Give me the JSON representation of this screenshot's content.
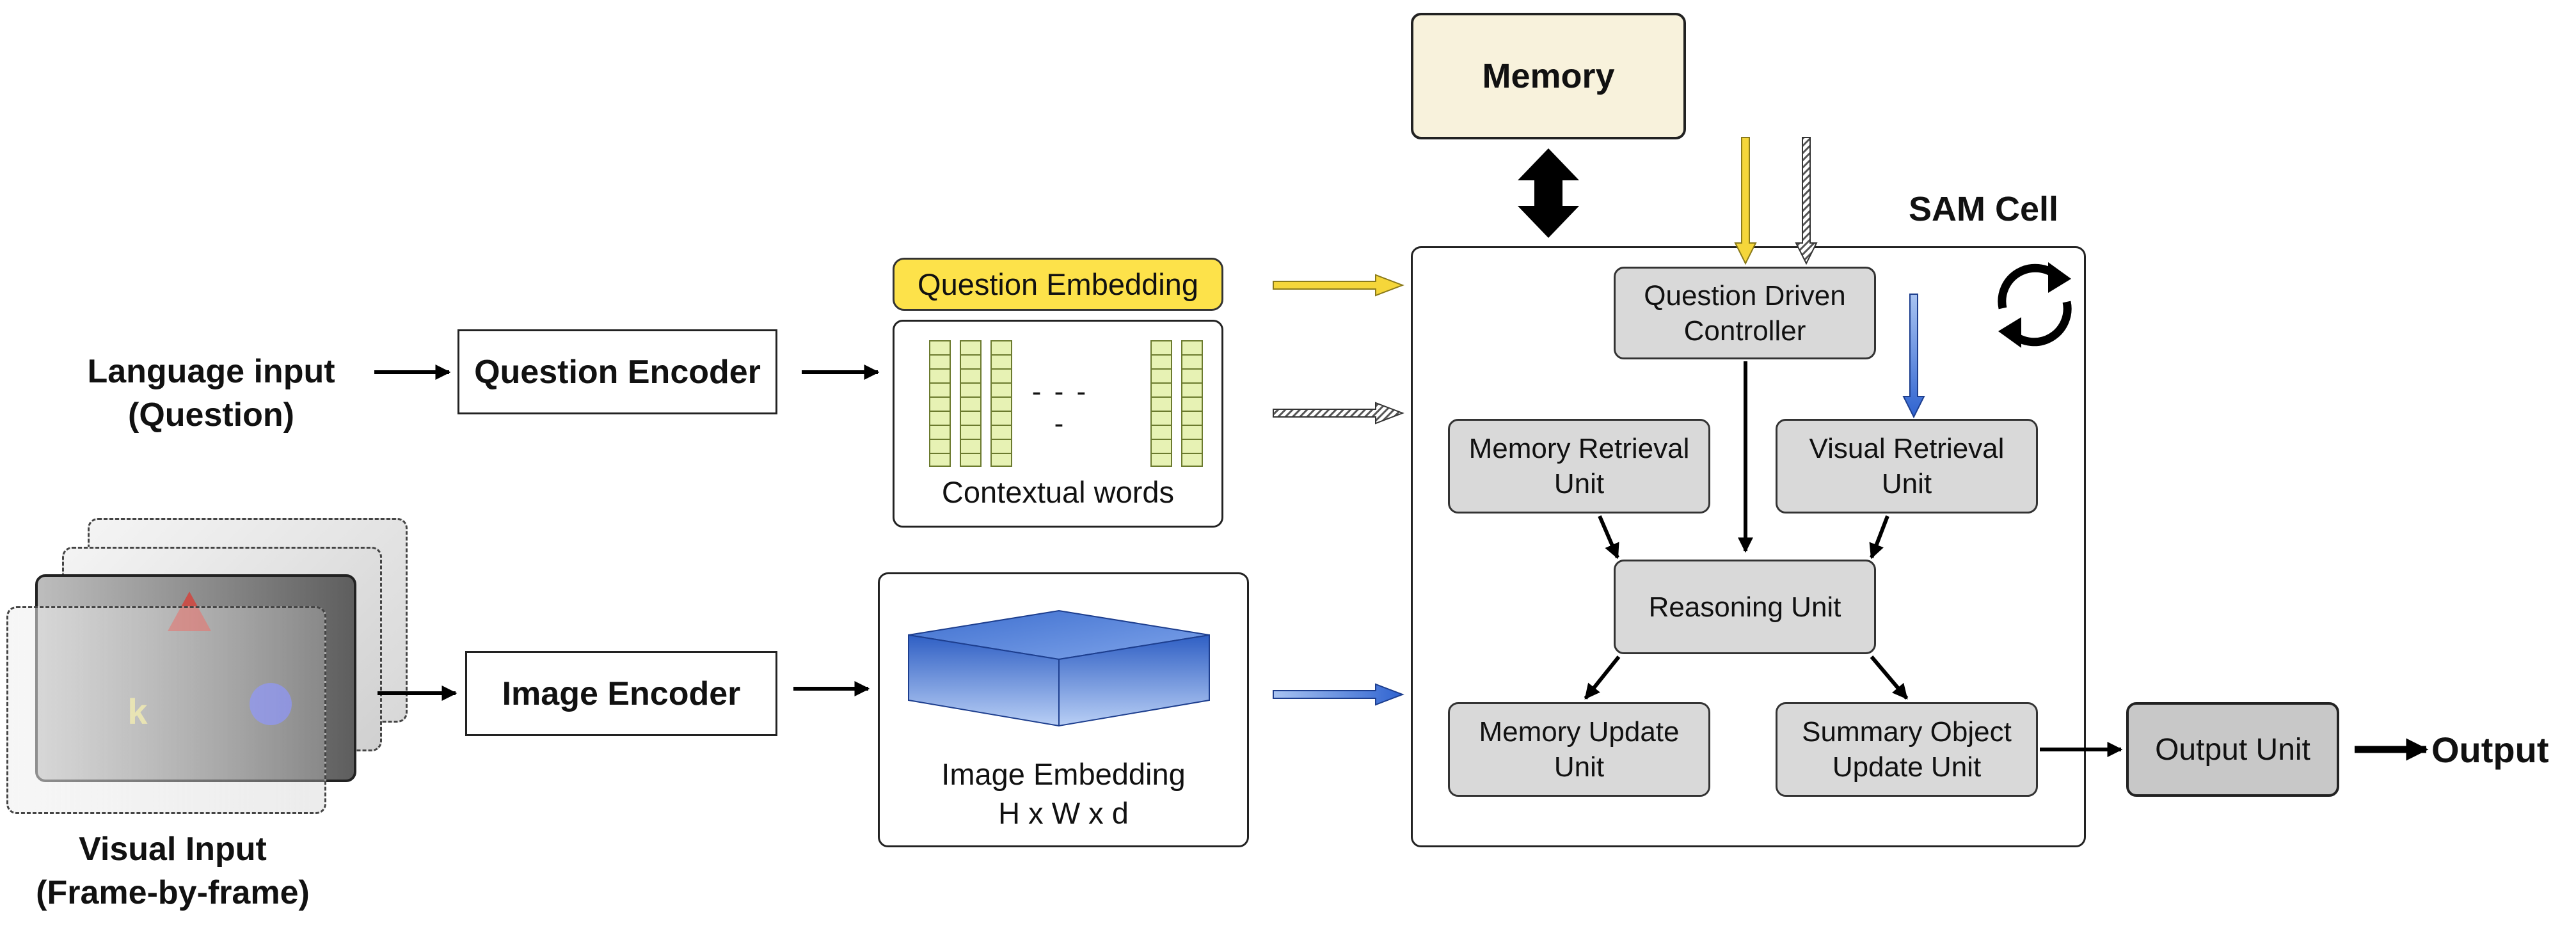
{
  "diagram": {
    "memory": "Memory",
    "sam_cell_title": "SAM Cell",
    "language_input": [
      "Language input",
      "(Question)"
    ],
    "question_encoder": "Question Encoder",
    "image_encoder": "Image Encoder",
    "visual_input": [
      "Visual Input",
      "(Frame-by-frame)"
    ],
    "question_embedding": "Question Embedding",
    "contextual_words": "Contextual words",
    "contextual_ellipsis": "- - - -",
    "image_embedding": [
      "Image Embedding",
      "H x W x d"
    ],
    "frame_object_letter": "k",
    "units": {
      "question_driven_controller": [
        "Question Driven",
        "Controller"
      ],
      "memory_retrieval_unit": [
        "Memory Retrieval",
        "Unit"
      ],
      "visual_retrieval_unit": [
        "Visual Retrieval",
        "Unit"
      ],
      "reasoning_unit": "Reasoning Unit",
      "memory_update_unit": [
        "Memory Update",
        "Unit"
      ],
      "summary_object_update_unit": [
        "Summary Object",
        "Update Unit"
      ]
    },
    "output_unit": "Output Unit",
    "output": "Output"
  },
  "colors": {
    "memory_fill": "#f8f2dc",
    "question_embedding_fill": "#fde24a",
    "unit_fill": "#d9d9d9",
    "output_unit_fill": "#c8c8c8",
    "token_fill": "#e7f2b4",
    "image_embedding_blue": "#4a78d0",
    "question_arrow": "#f5d63a",
    "image_arrow": "#3a6fd8"
  },
  "icons": [
    "refresh-cycle-icon",
    "bidirectional-arrow-icon"
  ]
}
